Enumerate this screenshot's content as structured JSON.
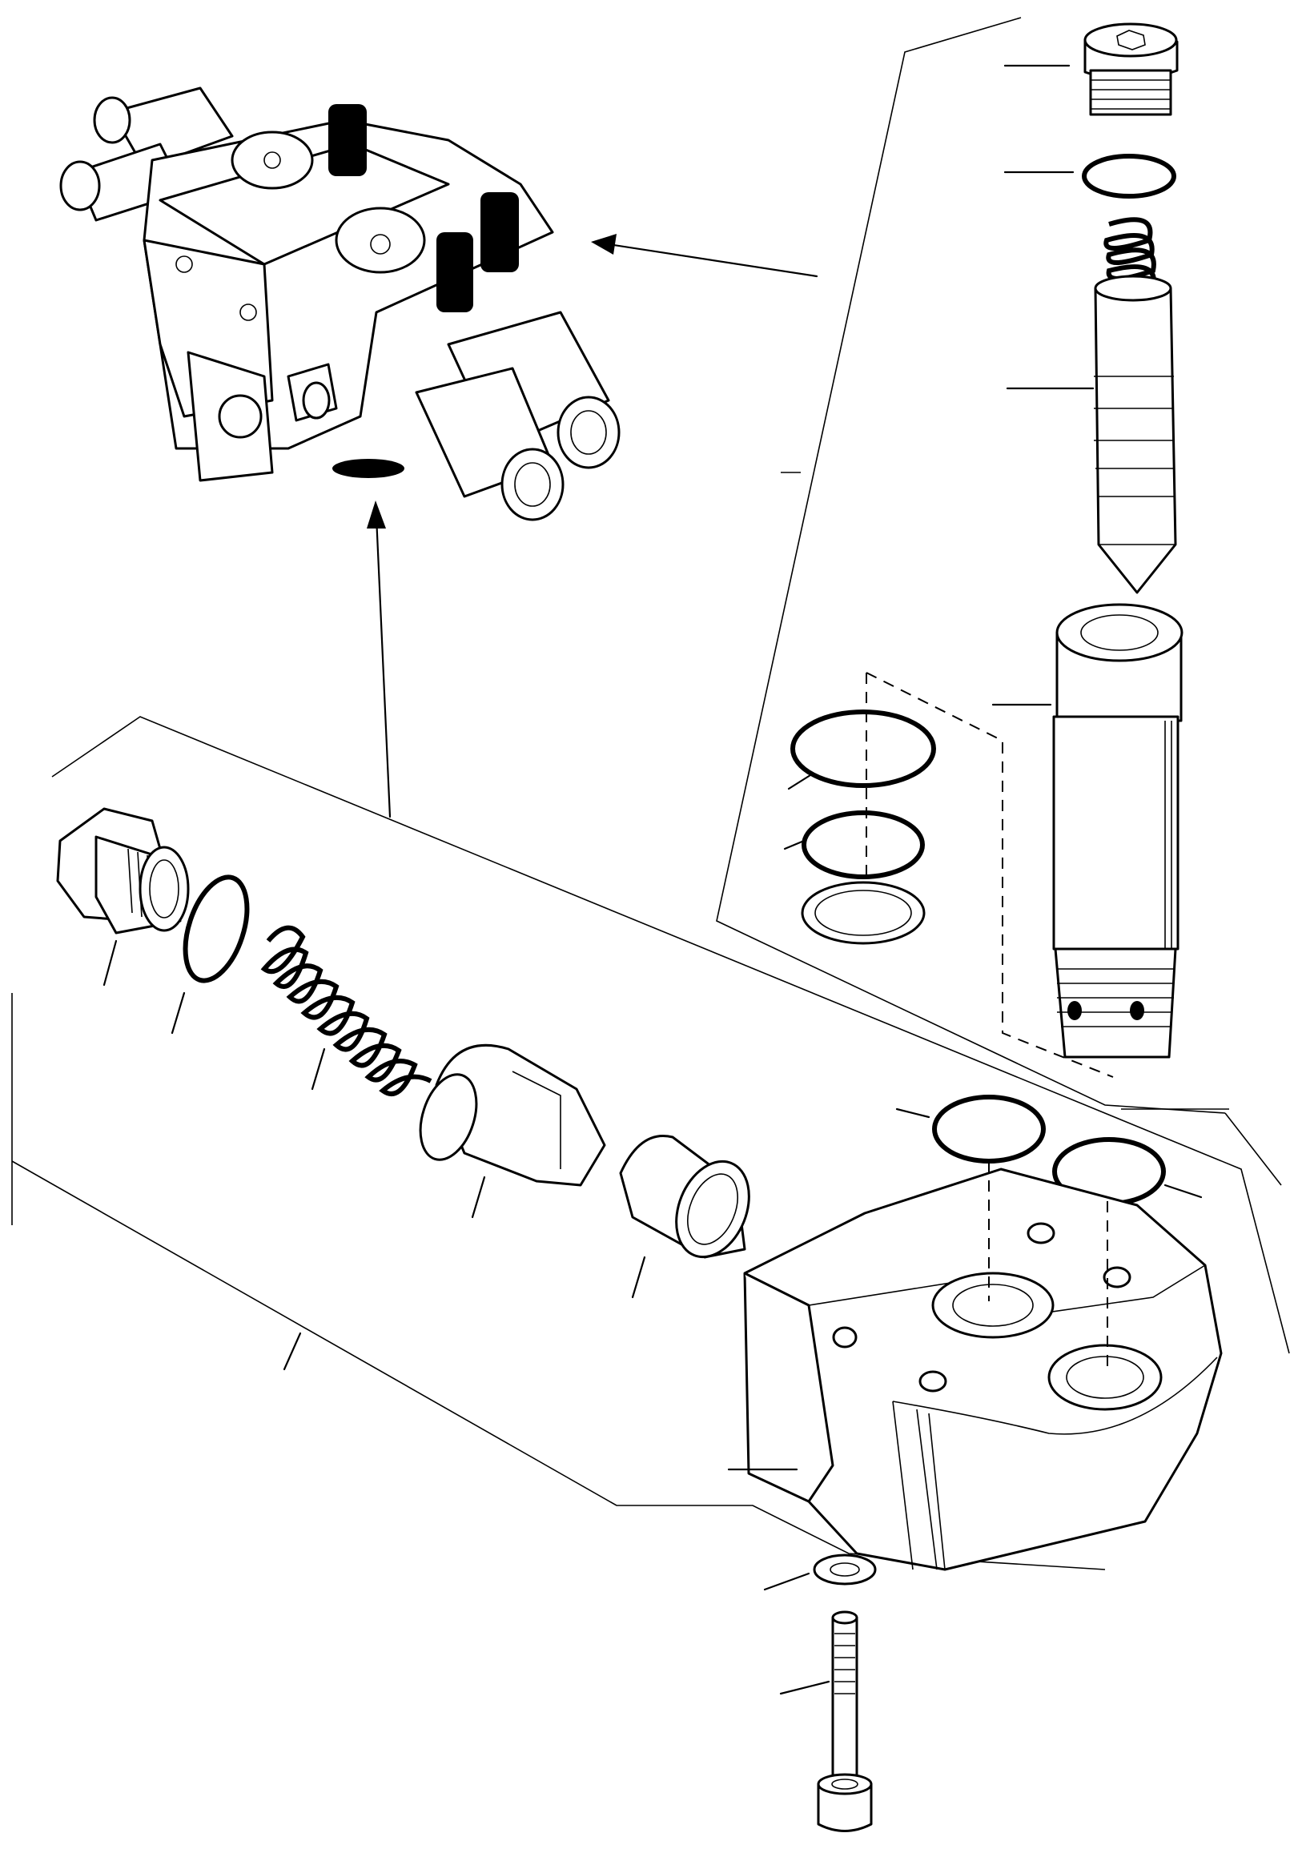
{
  "diagram": {
    "description_labels": [],
    "parts": [
      "valve-assembly",
      "relief-valve-plug",
      "relief-valve-o-ring",
      "relief-valve-spring",
      "relief-valve-poppet",
      "relief-valve-cartridge-body",
      "cartridge-o-ring-large",
      "cartridge-o-ring-small",
      "cartridge-backup-ring",
      "plug",
      "plug-o-ring",
      "spring",
      "poppet",
      "sleeve",
      "end-cover",
      "cover-o-ring-left",
      "cover-o-ring-right",
      "washer",
      "cap-screw"
    ]
  }
}
